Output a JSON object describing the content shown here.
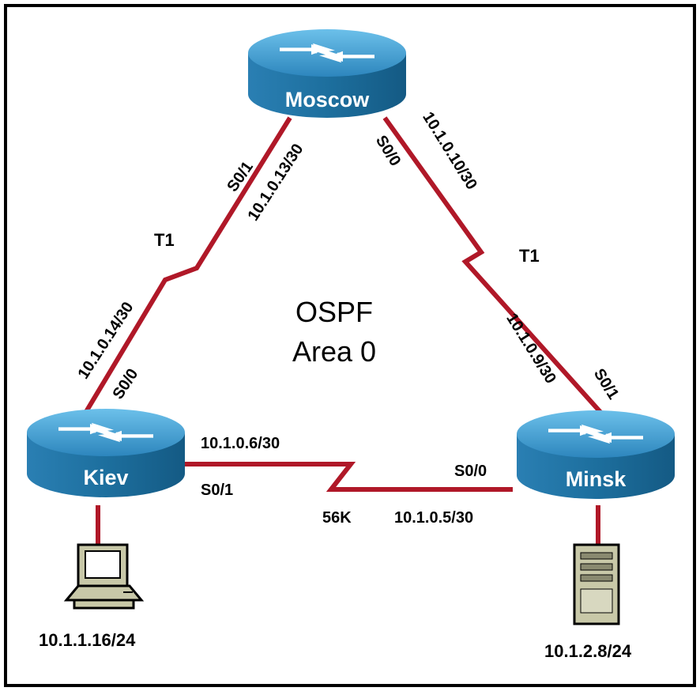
{
  "colors": {
    "link": "#b01828",
    "router_top": "#4aa3d4",
    "router_side": "#1d6f9e",
    "router_dark": "#155a85",
    "device_body": "#c8c8a8"
  },
  "area": {
    "line1": "OSPF",
    "line2": "Area 0"
  },
  "routers": {
    "moscow": {
      "name": "Moscow"
    },
    "kiev": {
      "name": "Kiev"
    },
    "minsk": {
      "name": "Minsk"
    }
  },
  "links": {
    "moscow_kiev": {
      "moscow_if": "S0/1",
      "moscow_ip": "10.1.0.13/30",
      "speed": "T1",
      "kiev_ip": "10.1.0.14/30",
      "kiev_if": "S0/0"
    },
    "moscow_minsk": {
      "moscow_if": "S0/0",
      "moscow_ip": "10.1.0.10/30",
      "speed": "T1",
      "minsk_ip": "10.1.0.9/30",
      "minsk_if": "S0/1"
    },
    "kiev_minsk": {
      "kiev_ip": "10.1.0.6/30",
      "kiev_if": "S0/1",
      "speed": "56K",
      "minsk_if": "S0/0",
      "minsk_ip": "10.1.0.5/30"
    }
  },
  "hosts": {
    "pc": {
      "ip": "10.1.1.16/24",
      "icon": "pc-icon"
    },
    "server": {
      "ip": "10.1.2.8/24",
      "icon": "server-icon"
    }
  }
}
